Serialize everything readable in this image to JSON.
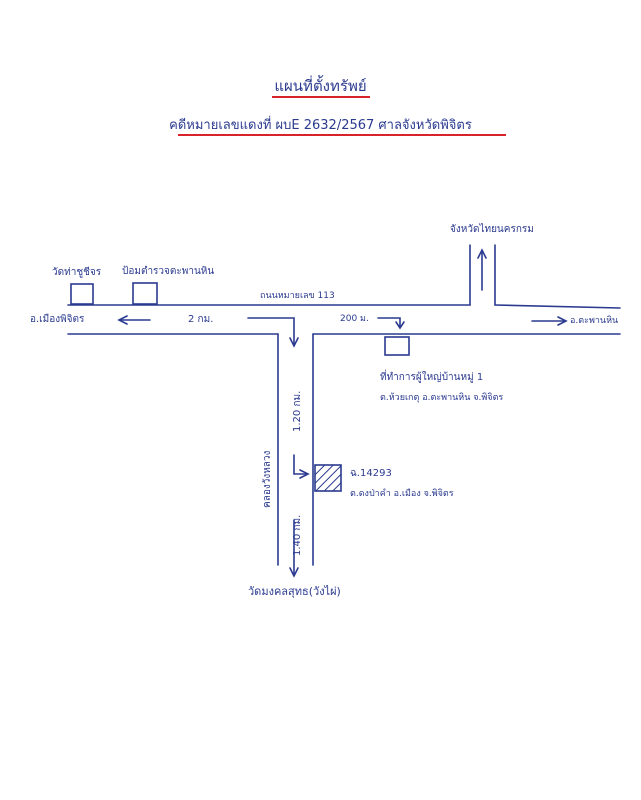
{
  "document": {
    "title": "แผนที่ตั้งทรัพย์",
    "subtitle": "คดีหมายเลขแดงที่ ผบE 2632/2567 ศาลจังหวัดพิจิตร"
  },
  "map": {
    "top_destination": "จังหวัดไทยนครกรม",
    "place_1": "วัดท่าชูชีจร",
    "place_2": "ป้อมตำรวจตะพานหิน",
    "road_label": "ถนนหมายเลข 113",
    "west_destination": "อ.เมืองพิจิตร",
    "distance_west": "2 กม.",
    "distance_east": "200 ม.",
    "east_destination": "อ.ตะพานหิน",
    "office_line_1": "ที่ทำการผู้ใหญ่บ้านหมู่ 1",
    "office_line_2": "ต.ห้วยเกตุ อ.ตะพานหิน จ.พิจิตร",
    "distance_south_1": "1.20 กม.",
    "canal_label": "คลองวังหลวง",
    "property_line_1": "ฉ.14293",
    "property_line_2": "ต.ดงป่าคำ อ.เมือง จ.พิจิตร",
    "distance_south_2": "1.40 กม.",
    "south_destination": "วัดมงคลสุทธ(วังไผ่)"
  },
  "colors": {
    "ink": "#2b3a8f",
    "underline": "#d8232a"
  }
}
